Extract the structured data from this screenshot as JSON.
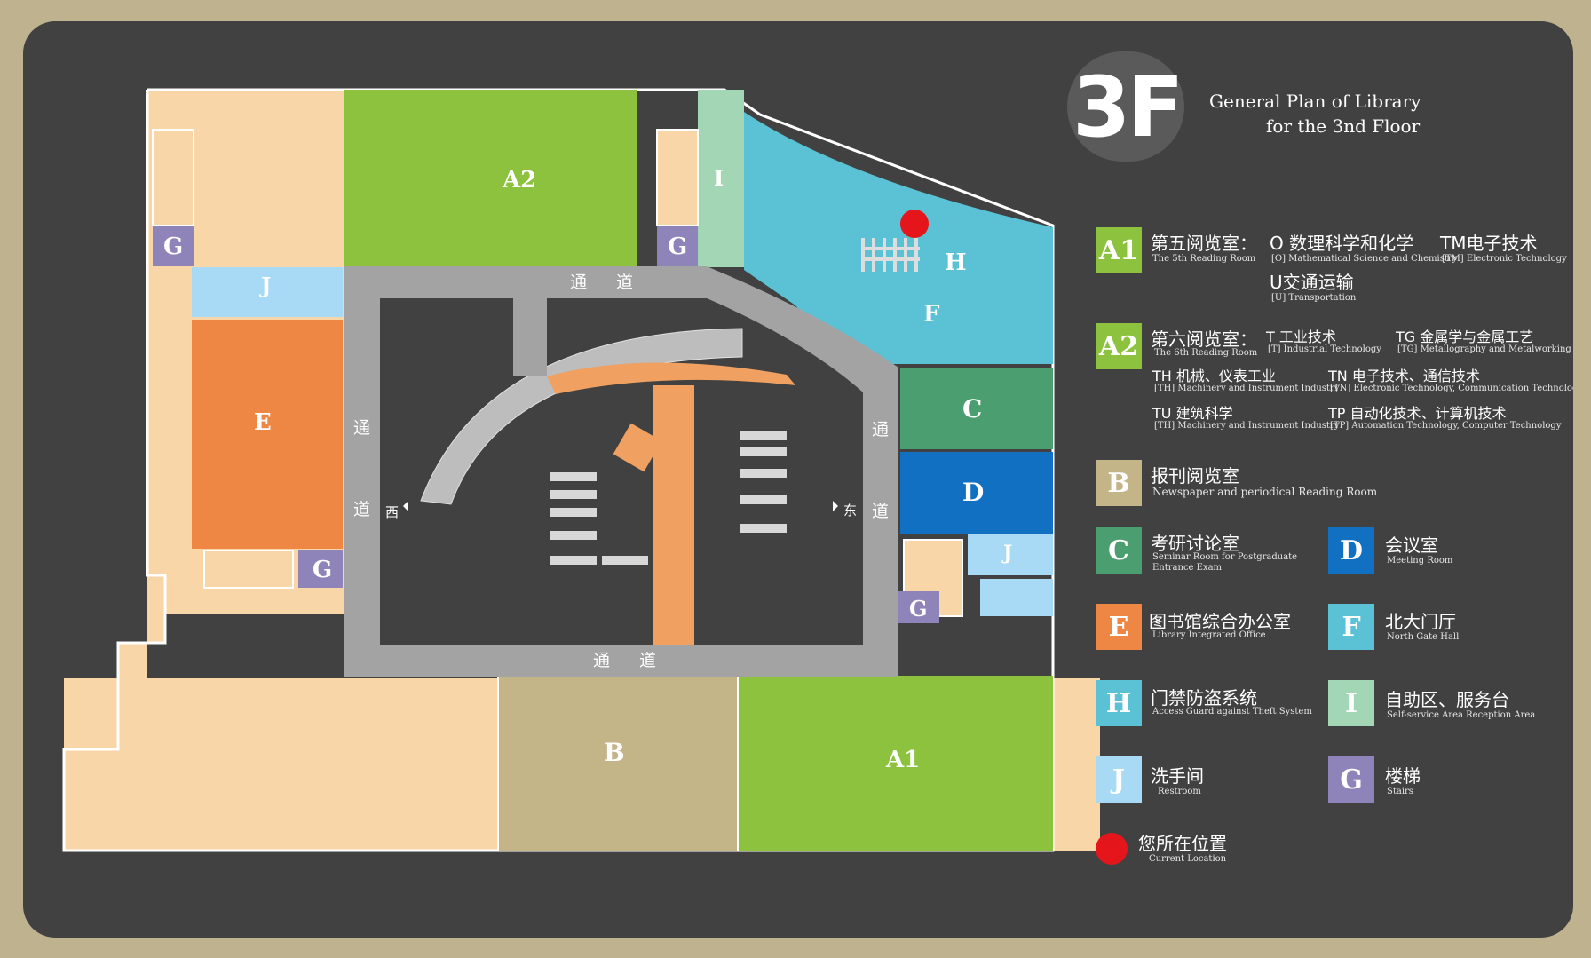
{
  "header": {
    "floor": "3F",
    "title_line1": "General Plan of Library",
    "title_line2": "for the 3nd Floor"
  },
  "map": {
    "zones": {
      "a1": "A1",
      "a2": "A2",
      "b": "B",
      "c": "C",
      "d": "D",
      "e": "E",
      "f": "F",
      "h": "H",
      "i": "I",
      "j": "J",
      "g": "G"
    },
    "corridor": {
      "tong": "通",
      "dao": "道"
    },
    "directions": {
      "west": "西",
      "east": "东"
    }
  },
  "legend": {
    "a1": {
      "badge": "A1",
      "zh": "第五阅览室：",
      "en": "The 5th Reading Room",
      "items": [
        {
          "zh": "O 数理科学和化学",
          "en": "[O] Mathematical Science and Chemistry"
        },
        {
          "zh": "TM电子技术",
          "en": "[TM] Electronic Technology"
        },
        {
          "zh": "U交通运输",
          "en": "[U] Transportation"
        }
      ]
    },
    "a2": {
      "badge": "A2",
      "zh": "第六阅览室：",
      "en": "The 6th Reading Room",
      "items": [
        {
          "zh": "T 工业技术",
          "en": "[T] Industrial Technology"
        },
        {
          "zh": "TG 金属学与金属工艺",
          "en": "[TG] Metallography and Metalworking"
        },
        {
          "zh": "TH 机械、仪表工业",
          "en": "[TH] Machinery and Instrument Industry"
        },
        {
          "zh": "TN 电子技术、通信技术",
          "en": "[TN] Electronic Technology, Communication Technology"
        },
        {
          "zh": "TU 建筑科学",
          "en": "[TH] Machinery and Instrument Industry"
        },
        {
          "zh": "TP 自动化技术、计算机技术",
          "en": "[TP] Automation Technology, Computer Technology"
        }
      ]
    },
    "b": {
      "badge": "B",
      "zh": "报刊阅览室",
      "en": "Newspaper and periodical  Reading Room"
    },
    "c": {
      "badge": "C",
      "zh": "考研讨论室",
      "en1": "Seminar Room for Postgraduate",
      "en2": "Entrance Exam"
    },
    "d": {
      "badge": "D",
      "zh": "会议室",
      "en": "Meeting Room"
    },
    "e": {
      "badge": "E",
      "zh": "图书馆综合办公室",
      "en": "Library Integrated Office"
    },
    "f": {
      "badge": "F",
      "zh": "北大门厅",
      "en": "North Gate Hall"
    },
    "h": {
      "badge": "H",
      "zh": "门禁防盗系统",
      "en": "Access Guard against Theft System"
    },
    "i": {
      "badge": "I",
      "zh": "自助区、服务台",
      "en": "Self-service Area Reception Area"
    },
    "j": {
      "badge": "J",
      "zh": "洗手间",
      "en": "Restroom"
    },
    "g": {
      "badge": "G",
      "zh": "楼梯",
      "en": "Stairs"
    },
    "loc": {
      "zh": "您所在位置",
      "en": "Current Location"
    }
  },
  "colors": {
    "board": "#414141",
    "frame": "#bfb38f",
    "a_green": "#8dc23f",
    "b_tan": "#c4b589",
    "c_green": "#4a9e6f",
    "d_blue": "#1170c1",
    "e_orange": "#ef8744",
    "f_teal": "#5bc1d4",
    "i_mint": "#a3d6b5",
    "j_sky": "#a9daf5",
    "g_purple": "#8f84b9",
    "peach": "#f8d6a8",
    "corridor": "#a3a3a3",
    "location_red": "#e4161c"
  }
}
